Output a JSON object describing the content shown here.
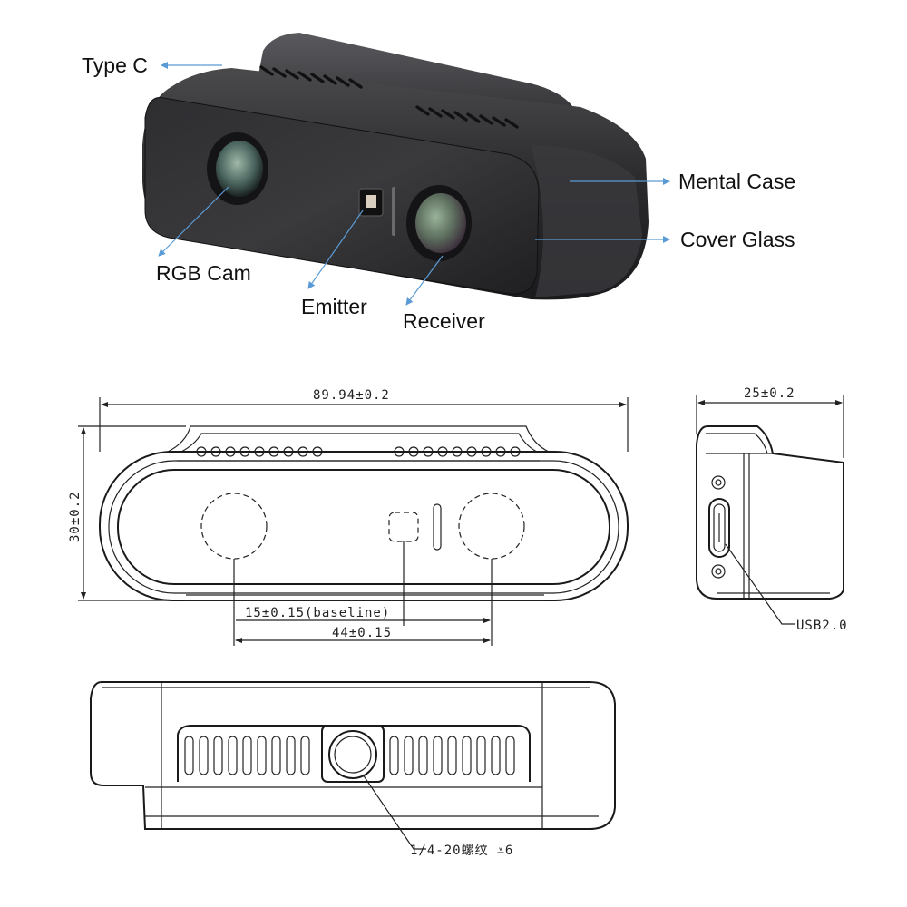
{
  "colors": {
    "callout_line": "#5b9bd5",
    "body_dark": "#2b2b2d",
    "drawing_line": "#222222"
  },
  "photo_labels": {
    "type_c": "Type C",
    "metal_case": "Mental Case",
    "cover_glass": "Cover Glass",
    "rgb_cam": "RGB Cam",
    "emitter": "Emitter",
    "receiver": "Receiver"
  },
  "front_view": {
    "width_dim": "89.94±0.2",
    "height_dim": "30±0.2",
    "baseline_dim": "15±0.15(baseline)",
    "lens_spacing_dim": "44±0.15"
  },
  "side_view": {
    "depth_dim": "25±0.2",
    "port_label": "USB2.0"
  },
  "bottom_view": {
    "mount_label": "1/4-20螺纹 ⩡6"
  }
}
